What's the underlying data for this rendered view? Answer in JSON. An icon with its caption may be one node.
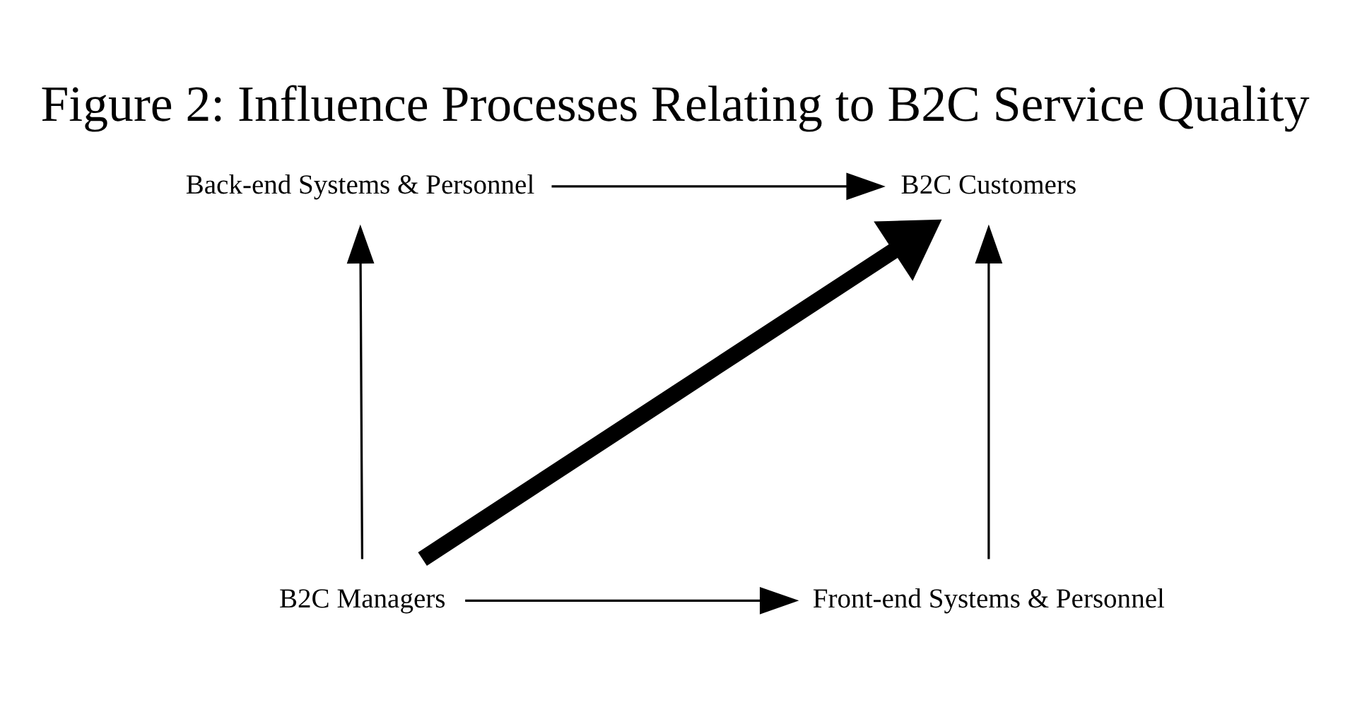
{
  "diagram": {
    "title": "Figure 2: Influence Processes Relating to B2C Service Quality",
    "nodes": [
      {
        "text": [
          "Back-end Systems & Personnel"
        ]
      },
      {
        "text": [
          "B2C Customers"
        ]
      },
      {
        "text": [
          "B2C Managers"
        ]
      },
      {
        "text": [
          "Front-end Systems & Personnel"
        ]
      }
    ],
    "edges": [
      {
        "from": 2,
        "to": 0,
        "arrow": "to"
      },
      {
        "from": 0,
        "to": 1,
        "arrow": "to"
      },
      {
        "from": 2,
        "to": 1,
        "arrow": "to",
        "style": "thick"
      },
      {
        "from": 2,
        "to": 3,
        "arrow": "to"
      },
      {
        "from": 3,
        "to": 1,
        "arrow": "to"
      }
    ]
  }
}
